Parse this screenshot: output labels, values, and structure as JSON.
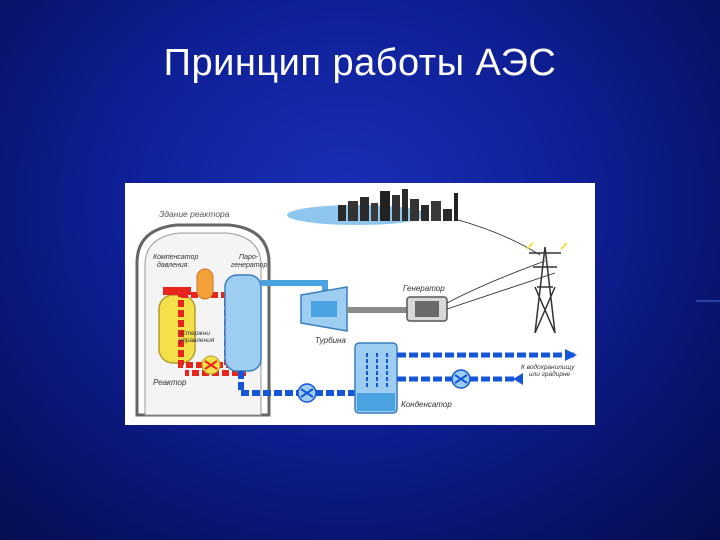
{
  "title": "Принцип работы АЭС",
  "diagram": {
    "labels": {
      "building": "Здание реактора",
      "fission_compensator_1": "Компенсатор",
      "fission_compensator_2": "давления",
      "steam_generator_1": "Паро-",
      "steam_generator_2": "генератор",
      "control_rods_1": "Стержни",
      "control_rods_2": "управления",
      "reactor": "Реактор",
      "turbine": "Турбина",
      "generator": "Генератор",
      "condenser": "Конденсатор",
      "to_reservoir_1": "К водохранилищу",
      "to_reservoir_2": "или градирне"
    },
    "colors": {
      "background": "#0e1f94",
      "primary_loop": "#e8251c",
      "secondary_loop": "#4aa3e0",
      "cooling_loop": "#1556d8",
      "reactor_core": "#f3e04a",
      "compensator": "#f4a13a"
    }
  }
}
